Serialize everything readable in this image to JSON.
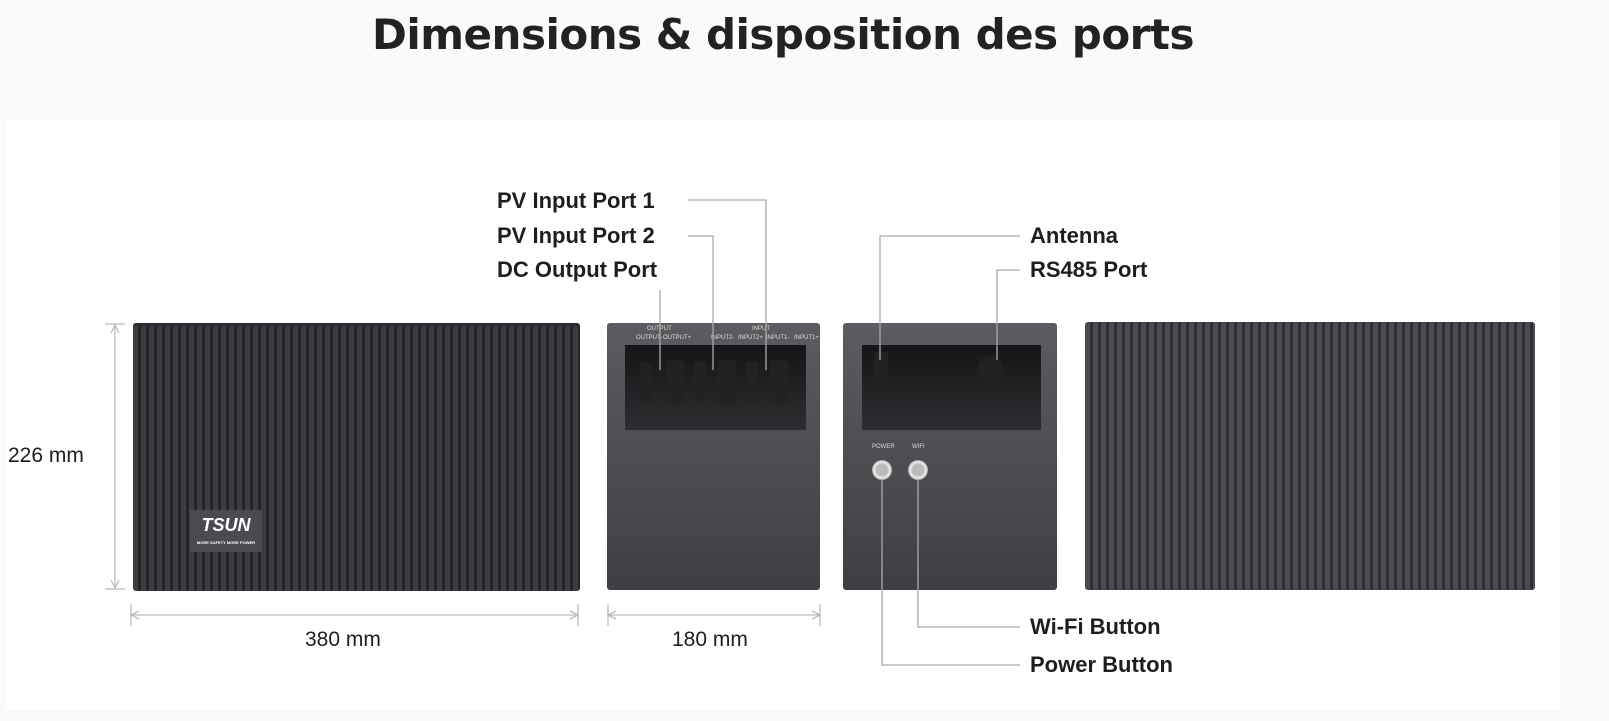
{
  "title": "Dimensions & disposition des ports",
  "dimensions": {
    "height": "226 mm",
    "length": "380 mm",
    "width": "180 mm"
  },
  "callouts": {
    "pv1": "PV Input Port 1",
    "pv2": "PV Input Port 2",
    "dc_out": "DC Output Port",
    "antenna": "Antenna",
    "rs485": "RS485 Port",
    "wifi_btn": "Wi-Fi Button",
    "power_btn": "Power Button"
  },
  "device": {
    "logo": "TSUN",
    "tagline": "MORE SAFETY MORE POWER",
    "output_label": "OUTPUT",
    "input_label": "INPUT",
    "ports": [
      "OUTPUT-",
      "OUTPUT+",
      "INPUT2-",
      "INPUT2+",
      "INPUT1-",
      "INPUT1+"
    ],
    "power_label": "POWER",
    "wifi_label": "WIFI"
  }
}
